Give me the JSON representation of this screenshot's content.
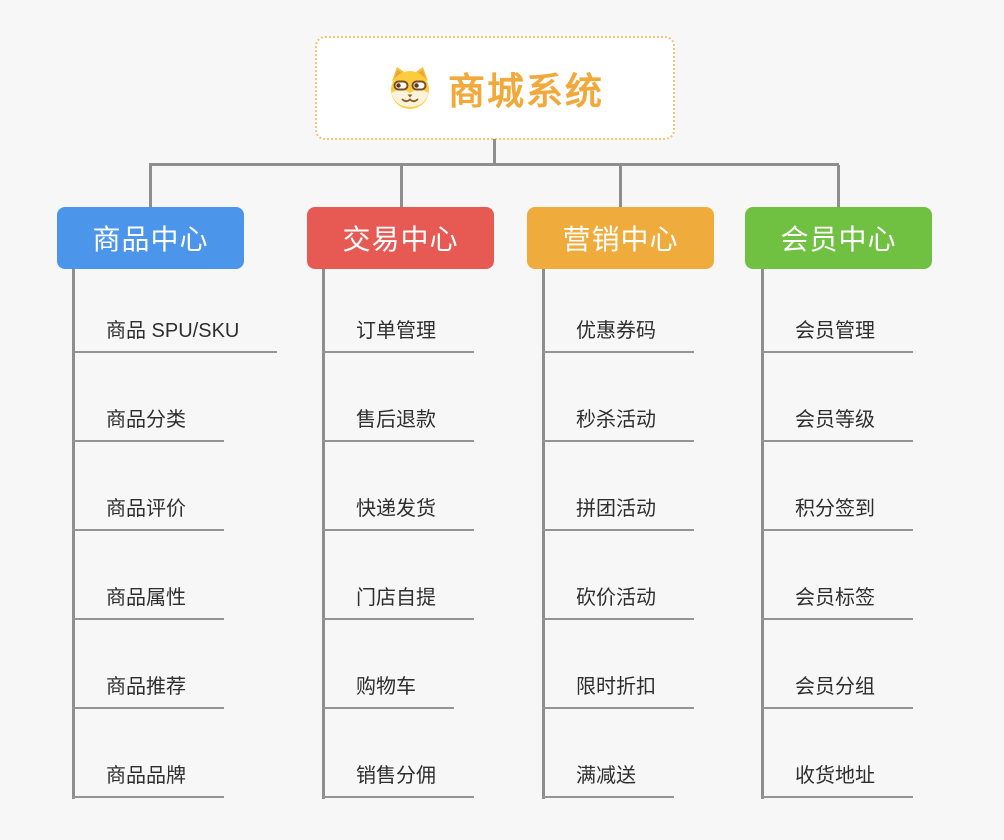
{
  "canvas": {
    "background": "#F7F7F7",
    "line_color": "#8E8E8E"
  },
  "root": {
    "title": "商城系统",
    "icon": "dog-face-icon",
    "text_color": "#F2A93C",
    "border_color": "#F4C377",
    "background": "#FFFFFF"
  },
  "branches": [
    {
      "label": "商品中心",
      "color": "#4B95EB",
      "items": [
        "商品 SPU/SKU",
        "商品分类",
        "商品评价",
        "商品属性",
        "商品推荐",
        "商品品牌"
      ]
    },
    {
      "label": "交易中心",
      "color": "#E75A54",
      "items": [
        "订单管理",
        "售后退款",
        "快递发货",
        "门店自提",
        "购物车",
        "销售分佣"
      ]
    },
    {
      "label": "营销中心",
      "color": "#EFAC3D",
      "items": [
        "优惠券码",
        "秒杀活动",
        "拼团活动",
        "砍价活动",
        "限时折扣",
        "满减送"
      ]
    },
    {
      "label": "会员中心",
      "color": "#70C142",
      "items": [
        "会员管理",
        "会员等级",
        "积分签到",
        "会员标签",
        "会员分组",
        "收货地址"
      ]
    }
  ]
}
